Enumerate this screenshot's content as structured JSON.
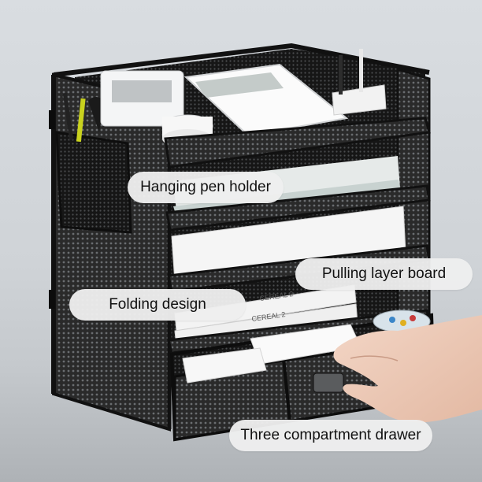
{
  "photo": {
    "subject": "black-mesh-desk-organizer"
  },
  "callouts": {
    "pen_holder": "Hanging pen holder",
    "folding": "Folding design",
    "pulling": "Pulling layer board",
    "drawer": "Three compartment drawer"
  },
  "product_text": {
    "book_spine_1": "CEREAL 2",
    "book_spine_2": "CEREAL 2"
  },
  "colors": {
    "background": "#d4d8dc",
    "mesh_frame": "#1c1c1c",
    "callout_fill": "#eeeeee",
    "text": "#111111"
  }
}
